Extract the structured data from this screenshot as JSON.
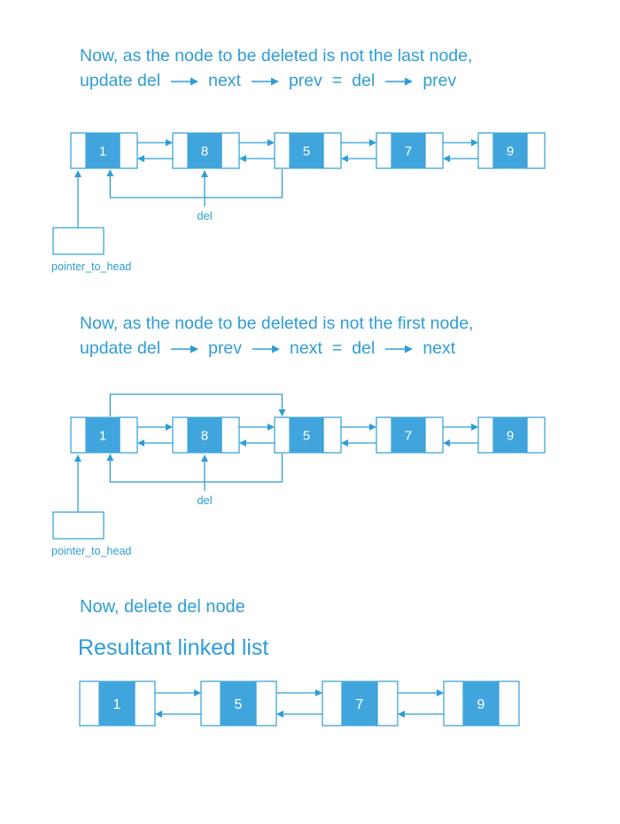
{
  "colors": {
    "accent": "#2f9dd6",
    "node_fill": "#41a5dd",
    "node_text": "#ffffff"
  },
  "section1": {
    "caption_line1": "Now, as the node to be deleted is not the last node,",
    "caption_line2": {
      "p1": "update del",
      "p2": "next",
      "p3": "prev",
      "eq": "=",
      "p4": "del",
      "p5": "prev"
    }
  },
  "section2": {
    "caption_line1": "Now, as the node to be deleted is not the first node,",
    "caption_line2": {
      "p1": "update del",
      "p2": "prev",
      "p3": "next",
      "eq": "=",
      "p4": "del",
      "p5": "next"
    }
  },
  "section3": {
    "delete_note": "Now, delete del node",
    "result_heading": "Resultant linked list"
  },
  "diagrams": [
    {
      "id": "linked-list-step1",
      "values": [
        "1",
        "8",
        "5",
        "7",
        "9"
      ],
      "del_label": "del",
      "del_index": 1,
      "head_label": "pointer_to_head",
      "features": [
        "del-pointer",
        "head-pointer",
        "prev-bypass"
      ]
    },
    {
      "id": "linked-list-step2",
      "values": [
        "1",
        "8",
        "5",
        "7",
        "9"
      ],
      "del_label": "del",
      "del_index": 1,
      "head_label": "pointer_to_head",
      "features": [
        "del-pointer",
        "head-pointer",
        "prev-bypass",
        "next-bypass"
      ]
    },
    {
      "id": "linked-list-result",
      "values": [
        "1",
        "5",
        "7",
        "9"
      ],
      "features": []
    }
  ]
}
